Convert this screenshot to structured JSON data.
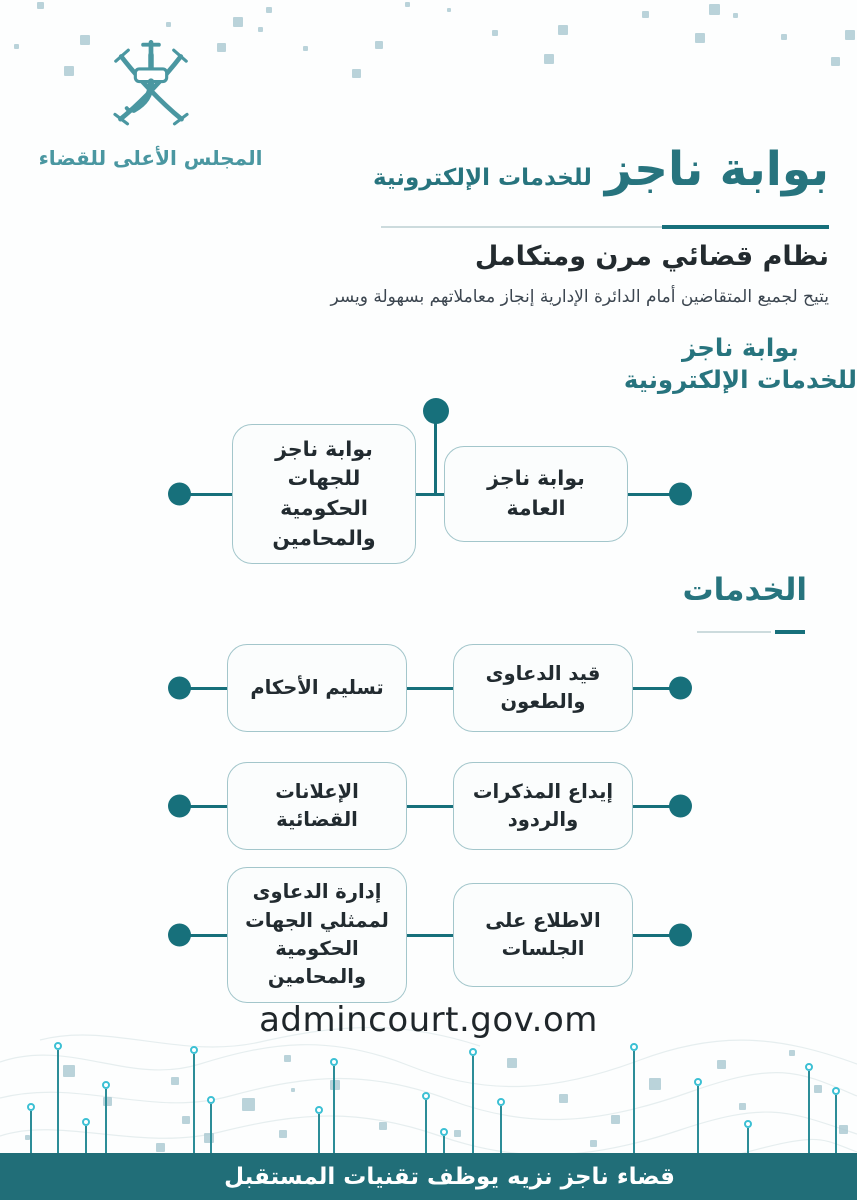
{
  "colors": {
    "teal_primary": "#27747E",
    "teal_dark": "#17707B",
    "teal_logo": "#4A97A1",
    "text_dark": "#232B2F",
    "box_border": "#A3C6CB",
    "box_fill": "#FBFDFD",
    "divider_light": "#CCDBDD",
    "square_deco": "#A9C8D1",
    "pin_line": "#2C8D98",
    "pin_circle": "#3CC0D4",
    "footer_bg": "#216E78",
    "footer_text": "#FFFFFF"
  },
  "logo": {
    "emblem_icon": "oman-national-emblem-icon",
    "org_name": "المجلس الأعلى للقضاء"
  },
  "header": {
    "title_main": "بوابة ناجز",
    "title_sub": "للخدمات الإلكترونية",
    "tagline": "نظام قضائي مرن ومتكامل",
    "description": "يتيح لجميع المتقاضين أمام الدائرة الإدارية إنجاز معاملاتهم بسهولة ويسر"
  },
  "portal_diagram": {
    "root_line1": "بوابة ناجز",
    "root_line2": "للخدمات الإلكترونية",
    "branch_right": "بوابة ناجز العامة",
    "branch_left": "بوابة ناجز للجهات الحكومية والمحامين"
  },
  "services": {
    "heading": "الخدمات",
    "rows": [
      {
        "right": "قيد الدعاوى والطعون",
        "left": "تسليم الأحكام"
      },
      {
        "right": "إيداع المذكرات والردود",
        "left": "الإعلانات القضائية"
      },
      {
        "right": "الاطلاع على الجلسات",
        "left": "إدارة الدعاوى لممثلي الجهات الحكومية والمحامين"
      }
    ]
  },
  "website_url": "admincourt.gov.om",
  "footer": {
    "slogan": "قضاء ناجز نزيه يوظف تقنيات المستقبل"
  }
}
